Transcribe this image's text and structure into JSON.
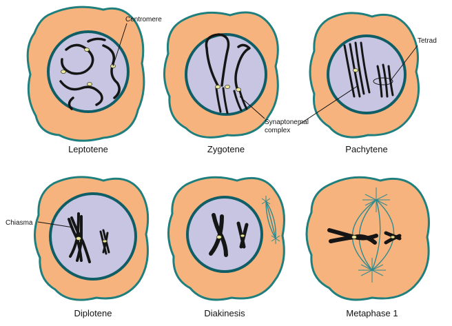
{
  "stages": [
    {
      "id": "leptotene",
      "label": "Leptotene"
    },
    {
      "id": "zygotene",
      "label": "Zygotene"
    },
    {
      "id": "pachytene",
      "label": "Pachytene"
    },
    {
      "id": "diplotene",
      "label": "Diplotene"
    },
    {
      "id": "diakinesis",
      "label": "Diakinesis"
    },
    {
      "id": "metaphase1",
      "label": "Metaphase 1"
    }
  ],
  "callouts": {
    "centromere": "Centromere",
    "synaptonemal_line1": "Synaptonemal",
    "synaptonemal_line2": "complex",
    "tetrad": "Tetrad",
    "chiasma": "Chiasma"
  },
  "colors": {
    "cytoplasm": "#f6b37e",
    "cell_border": "#1e7f7d",
    "nucleus": "#c7c5e2",
    "nucleus_border": "#0f5e66",
    "chromosome": "#151515",
    "centromere": "#e9e6a0",
    "spindle": "#2b8a8f"
  }
}
